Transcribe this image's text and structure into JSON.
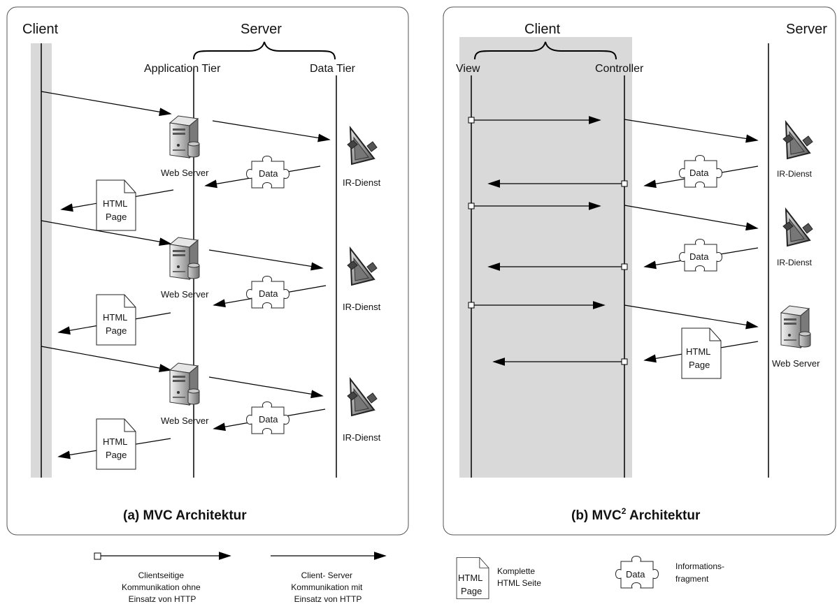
{
  "panel_a": {
    "client": "Client",
    "server": "Server",
    "app_tier": "Application Tier",
    "data_tier": "Data Tier",
    "web_server": "Web Server",
    "ir_dienst": "IR-Dienst",
    "data": "Data",
    "html_line1": "HTML",
    "html_line2": "Page",
    "caption": "(a) MVC Architektur"
  },
  "panel_b": {
    "client": "Client",
    "server": "Server",
    "view": "View",
    "controller": "Controller",
    "web_server": "Web Server",
    "ir_dienst": "IR-Dienst",
    "data": "Data",
    "html_line1": "HTML",
    "html_line2": "Page",
    "caption_prefix": "(b) MVC",
    "caption_sup": "2",
    "caption_suffix": " Architektur"
  },
  "legend": {
    "clientside_lines": [
      "Clientseitige",
      "Kommunikation ohne",
      "Einsatz von HTTP"
    ],
    "clientserver_lines": [
      "Client- Server",
      "Kommunikation mit",
      "Einsatz von HTTP"
    ],
    "html_lines": [
      "HTML",
      "Page"
    ],
    "html_desc": [
      "Komplette",
      "HTML Seite"
    ],
    "data_label": "Data",
    "data_desc": [
      "Informations-",
      "fragment"
    ]
  }
}
